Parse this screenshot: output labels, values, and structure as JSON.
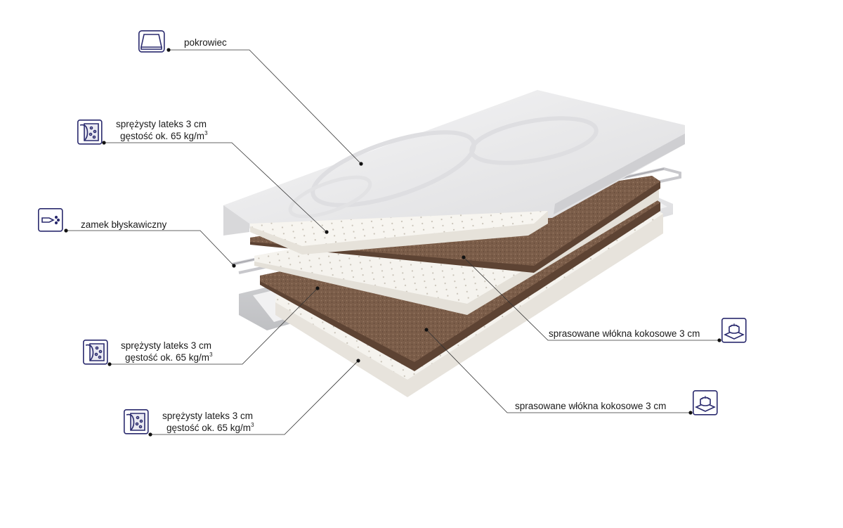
{
  "colors": {
    "icon_stroke": "#2a2a6e",
    "leader_line": "#333333",
    "latex": "#f3f1ec",
    "coconut": "#7a5c48",
    "cover": "#e9e9ea"
  },
  "callouts": [
    {
      "id": "cover",
      "icon": "mattress-cover-icon",
      "lines": [
        "pokrowiec"
      ],
      "superscript": ""
    },
    {
      "id": "latex-top",
      "icon": "latex-layer-icon",
      "lines": [
        "sprężysty lateks  3 cm",
        "gęstość ok. 65 kg/m"
      ],
      "superscript": "3"
    },
    {
      "id": "zipper",
      "icon": "zipper-icon",
      "lines": [
        "zamek błyskawiczny"
      ],
      "superscript": ""
    },
    {
      "id": "latex-middle",
      "icon": "latex-layer-icon",
      "lines": [
        "sprężysty lateks  3 cm",
        "gęstość ok. 65 kg/m"
      ],
      "superscript": "3"
    },
    {
      "id": "latex-bottom",
      "icon": "latex-layer-icon",
      "lines": [
        "sprężysty lateks  3 cm",
        "gęstość ok. 65 kg/m"
      ],
      "superscript": "3"
    },
    {
      "id": "coconut-upper",
      "icon": "coconut-fiber-icon",
      "lines": [
        "sprasowane włókna kokosowe 3 cm"
      ],
      "superscript": ""
    },
    {
      "id": "coconut-lower",
      "icon": "coconut-fiber-icon",
      "lines": [
        "sprasowane włókna kokosowe 3 cm"
      ],
      "superscript": ""
    }
  ]
}
